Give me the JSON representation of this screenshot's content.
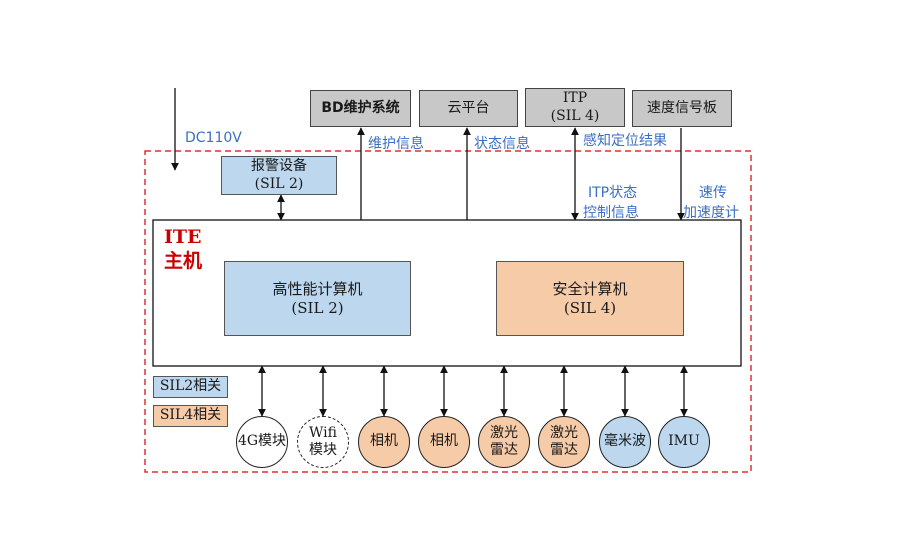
{
  "power_label": "DC110V",
  "externals": {
    "bd": "BD维护系统",
    "cloud": "云平台",
    "itp_line1": "ITP",
    "itp_line2": "(SIL 4)",
    "speed": "速度信号板"
  },
  "signals": {
    "maintenance": "维护信息",
    "status": "状态信息",
    "positioning": "感知定位结果",
    "itp_ctrl_line1": "ITP状态",
    "itp_ctrl_line2": "控制信息",
    "speed_line1": "速传",
    "speed_line2": "加速度计"
  },
  "alarm": {
    "line1": "报警设备",
    "line2": "(SIL 2)"
  },
  "ite": {
    "line1": "ITE",
    "line2": "主机"
  },
  "hpc": {
    "line1": "高性能计算机",
    "line2": "(SIL 2)"
  },
  "safety": {
    "line1": "安全计算机",
    "line2": "(SIL 4)"
  },
  "legend": {
    "sil2": "SIL2相关",
    "sil4": "SIL4相关"
  },
  "sensors": [
    {
      "line1": "4G模块",
      "line2": ""
    },
    {
      "line1": "Wifi",
      "line2": "模块"
    },
    {
      "line1": "相机",
      "line2": ""
    },
    {
      "line1": "相机",
      "line2": ""
    },
    {
      "line1": "激光",
      "line2": "雷达"
    },
    {
      "line1": "激光",
      "line2": "雷达"
    },
    {
      "line1": "毫米波",
      "line2": ""
    },
    {
      "line1": "IMU",
      "line2": ""
    }
  ],
  "colors": {
    "sil2": "#bcd7ee",
    "sil4": "#f6cba8",
    "external": "#c8c8c8",
    "boundary": "#e03030",
    "ite_title": "#cc0000",
    "signal_text": "#3a6fc4"
  }
}
